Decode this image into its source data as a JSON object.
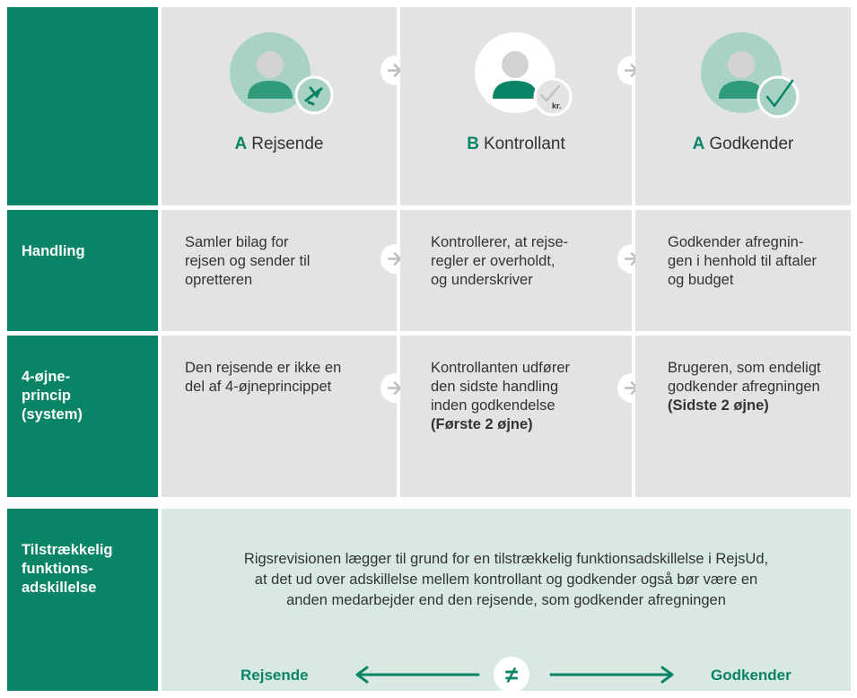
{
  "roles": [
    {
      "letter": "A",
      "name": "Rejsende",
      "badge_icon": "airplane-icon"
    },
    {
      "letter": "B",
      "name": "Kontrollant",
      "badge_icon": "check-kr-icon",
      "badge_text": "kr."
    },
    {
      "letter": "A",
      "name": "Godkender",
      "badge_icon": "check-icon"
    }
  ],
  "rows": [
    {
      "label": "Handling",
      "cells": [
        {
          "text": "Samler bilag for\nrejsen og sender til\nopretteren",
          "bold": ""
        },
        {
          "text": "Kontrollerer, at rejse-\nregler er overholdt,\nog underskriver",
          "bold": ""
        },
        {
          "text": "Godkender afregnin-\ngen i henhold til aftaler\nog budget",
          "bold": ""
        }
      ]
    },
    {
      "label": "4-øjne-\nprincip\n(system)",
      "cells": [
        {
          "text": "Den rejsende er ikke en\ndel af 4-øjneprincippet",
          "bold": ""
        },
        {
          "text": "Kontrollanten udfører\nden sidste handling\ninden godkendelse",
          "bold": "(Første 2 øjne)"
        },
        {
          "text": "Brugeren, som endeligt\ngodkender afregningen",
          "bold": "(Sidste 2 øjne)"
        }
      ]
    }
  ],
  "footer": {
    "label": "Tilstrækkelig\nfunktions-\nadskillelse",
    "text": "Rigsrevisionen lægger til grund for en tilstrækkelig funktionsadskillelse i RejsUd,\nat det ud over adskillelse mellem kontrollant og godkender også bør være en\nanden medarbejder end den rejsende, som godkender afregningen",
    "left": "Rejsende",
    "right": "Godkender",
    "symbol": "≠"
  },
  "colors": {
    "accent": "#0a8466",
    "cell": "#e3e3e3",
    "footer": "#d7e9e2",
    "avatar_light": "#a8d3c4",
    "avatar_dark": "#2f9a7c"
  }
}
